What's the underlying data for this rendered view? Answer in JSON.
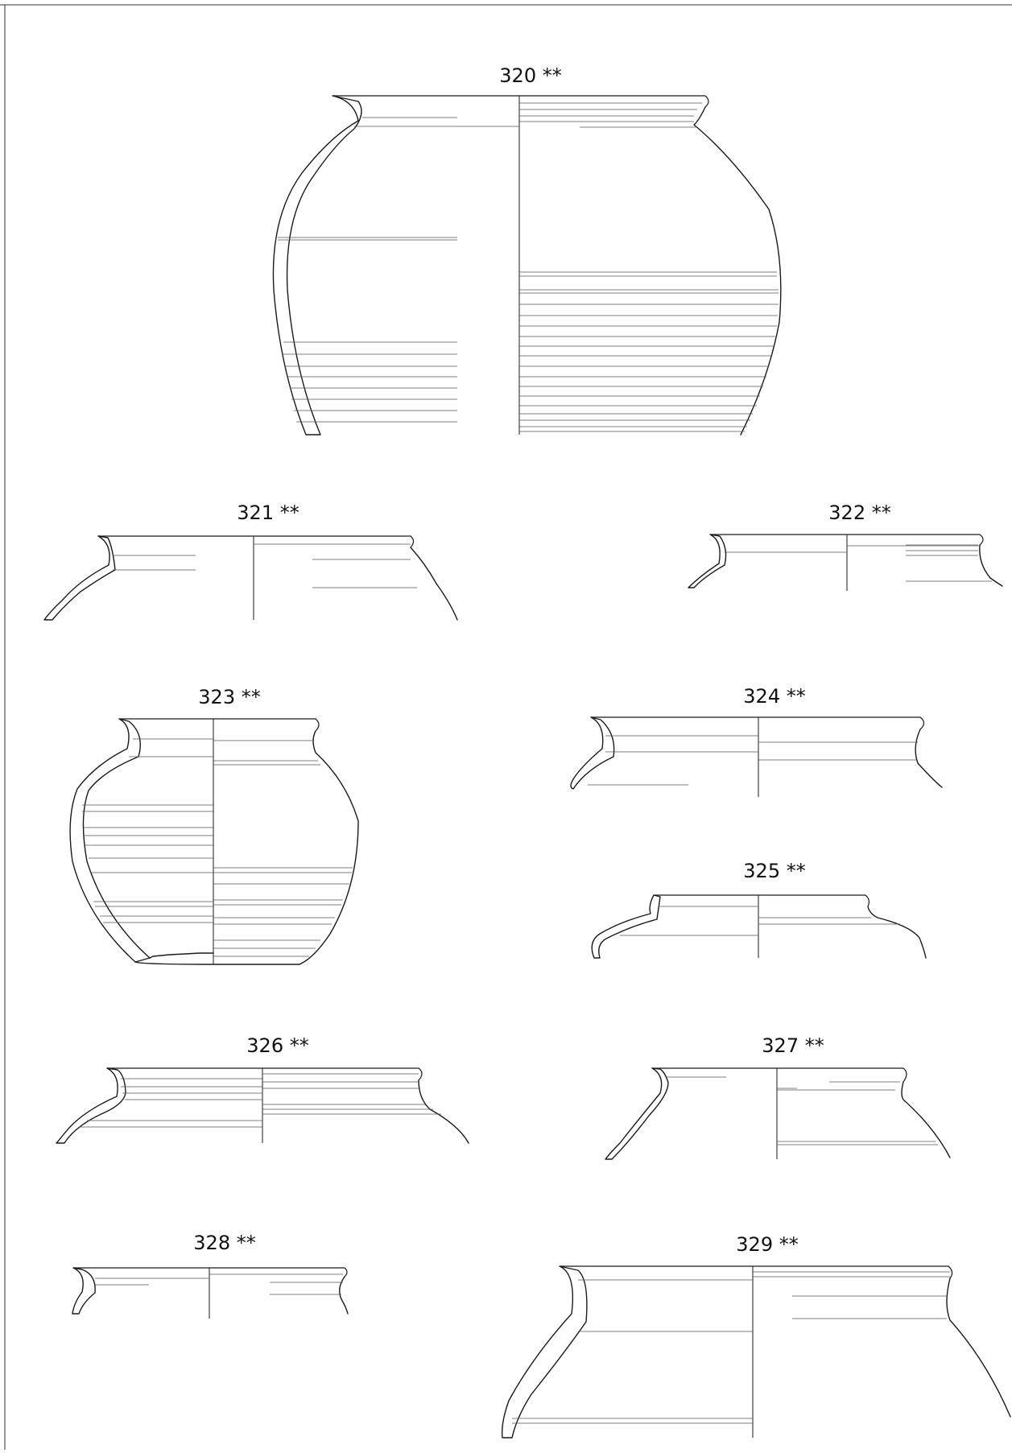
{
  "plate": {
    "vessels": [
      {
        "id": "320",
        "label": "320 **"
      },
      {
        "id": "321",
        "label": "321 **"
      },
      {
        "id": "322",
        "label": "322 **"
      },
      {
        "id": "323",
        "label": "323 **"
      },
      {
        "id": "324",
        "label": "324 **"
      },
      {
        "id": "325",
        "label": "325 **"
      },
      {
        "id": "326",
        "label": "326 **"
      },
      {
        "id": "327",
        "label": "327 **"
      },
      {
        "id": "328",
        "label": "328 **"
      },
      {
        "id": "329",
        "label": "329 **"
      }
    ]
  }
}
